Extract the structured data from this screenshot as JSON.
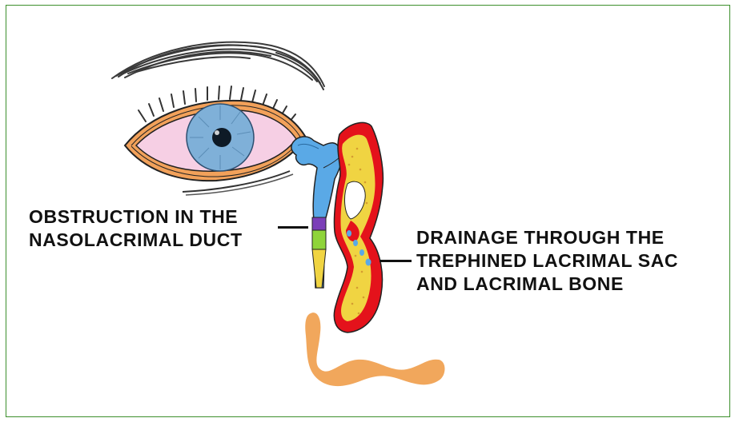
{
  "labels": {
    "obstruction": [
      "OBSTRUCTION IN THE",
      "NASOLACRIMAL DUCT"
    ],
    "drainage": [
      "DRAINAGE THROUGH THE",
      "TREPHINED LACRIMAL SAC",
      "AND LACRIMAL BONE"
    ]
  },
  "colors": {
    "frame": "#3c8f2c",
    "sclera": "#f6cfe4",
    "iris": "#7fb0d8",
    "pupil": "#0e1a26",
    "lid_margin": "#f2a15a",
    "lacrimal_system": "#5aa9e6",
    "obstruction_upper": "#7b3fb8",
    "obstruction_lower": "#8fd43a",
    "bone": "#f0d442",
    "mucosa": "#e4121b",
    "nasal_concha": "#f0a04e"
  }
}
